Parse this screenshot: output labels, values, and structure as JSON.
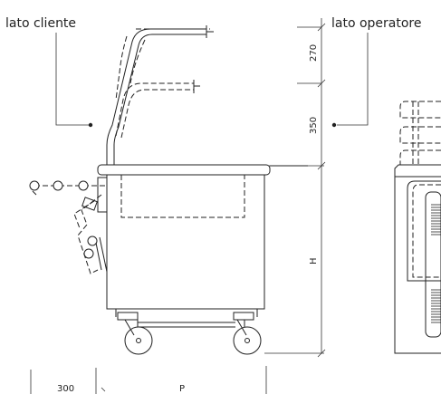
{
  "labels": {
    "customer_side": "lato cliente",
    "operator_side": "lato operatore"
  },
  "dimensions": {
    "top": "270",
    "mid": "350",
    "height": "H",
    "bottom_left": "300",
    "depth": "P"
  }
}
